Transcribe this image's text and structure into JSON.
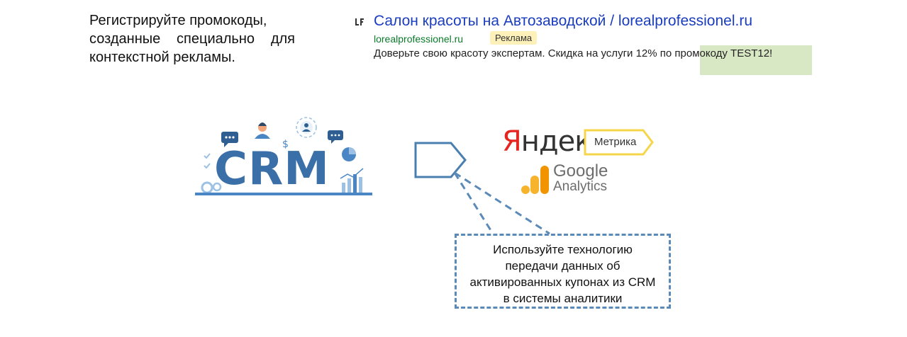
{
  "intro": {
    "line1": "Регистрируйте промокоды,",
    "line2_a": "созданные",
    "line2_b": "специально",
    "line2_c": "для",
    "line3": "контекстной рекламы."
  },
  "ad": {
    "title": "Салон красоты на Автозаводской / lorealprofessionel.ru",
    "url": "lorealprofessionel.ru",
    "badge": "Реклама",
    "description": "Доверьте свою красоту экспертам. Скидка на услуги 12% по промокоду TEST12!",
    "highlight_color": "#d9e8c4",
    "title_color": "#1a3dbf",
    "url_color": "#0a7a2a"
  },
  "crm_logo": {
    "text": "CRM",
    "color": "#3a6fa8"
  },
  "yandex": {
    "first_letter": "Я",
    "rest": "ндекс",
    "metrika": "Метрика",
    "accent": "#e52620"
  },
  "google_analytics": {
    "line1": "Google",
    "line2": "Analytics"
  },
  "callout": {
    "line1": "Используйте технологию",
    "line2": "передачи данных об",
    "line3": "активированных купонах из CRM",
    "line4": "в системы аналитики",
    "border_color": "#5b8ab8"
  }
}
